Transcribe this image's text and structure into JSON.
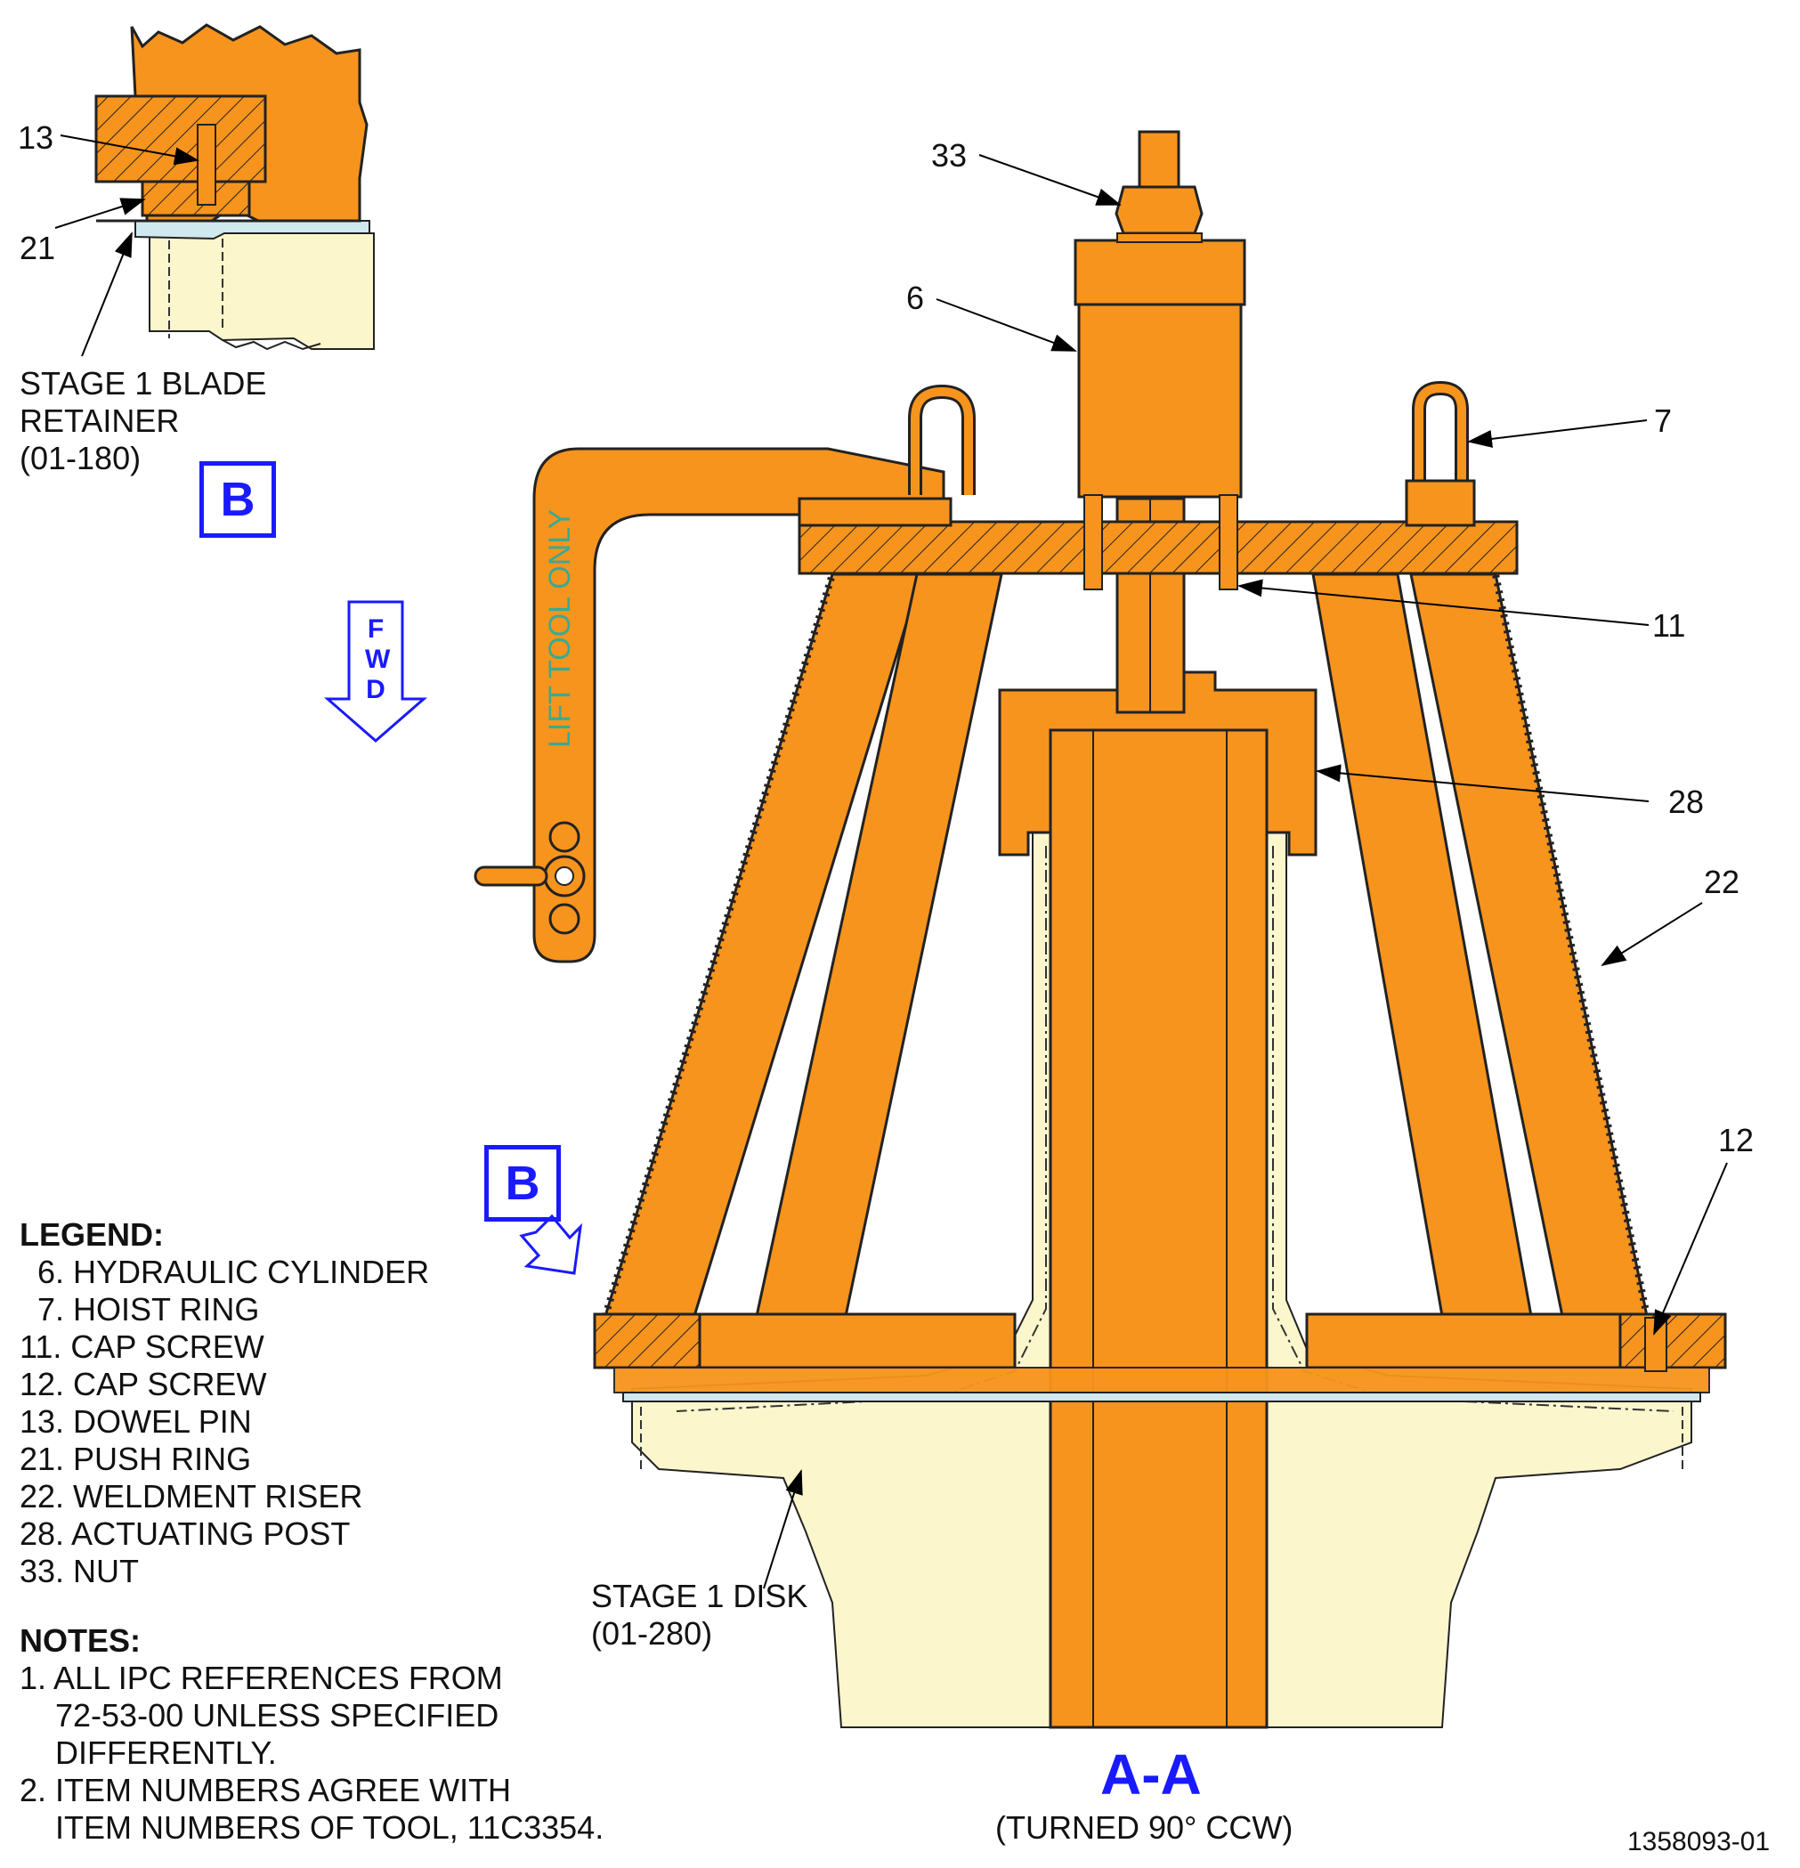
{
  "callouts": {
    "c33": "33",
    "c6": "6",
    "c7": "7",
    "c11": "11",
    "c28": "28",
    "c22": "22",
    "c12": "12",
    "c13": "13",
    "c21": "21"
  },
  "detail_b": {
    "retainer_label": [
      "STAGE 1 BLADE",
      "RETAINER",
      "(01-180)"
    ],
    "view_marker": "B"
  },
  "view_marker_main": "B",
  "fwd_arrow_letters": [
    "F",
    "W",
    "D"
  ],
  "tool_text": "LIFT TOOL ONLY",
  "disk_label": [
    "STAGE 1 DISK",
    "(01-280)"
  ],
  "legend": {
    "heading": "LEGEND:",
    "items": [
      "  6. HYDRAULIC CYLINDER",
      "  7. HOIST RING",
      "11. CAP SCREW",
      "12. CAP SCREW",
      "13. DOWEL PIN",
      "21. PUSH RING",
      "22. WELDMENT RISER",
      "28. ACTUATING POST",
      "33. NUT"
    ]
  },
  "notes": {
    "heading": "NOTES:",
    "items": [
      "1. ALL IPC REFERENCES FROM",
      "    72-53-00 UNLESS SPECIFIED",
      "    DIFFERENTLY.",
      "2. ITEM NUMBERS AGREE WITH",
      "    ITEM NUMBERS OF TOOL, 11C3354."
    ]
  },
  "section": {
    "title": "A-A",
    "subtitle": "(TURNED 90° CCW)"
  },
  "figure_id": "1358093-01",
  "colors": {
    "tool_orange": "#f7941d",
    "part_cream": "#fbf6cc",
    "seal_blue": "#cfe9ef",
    "marker_blue": "#1a1aff",
    "tool_text_green": "#3aaa8f"
  }
}
